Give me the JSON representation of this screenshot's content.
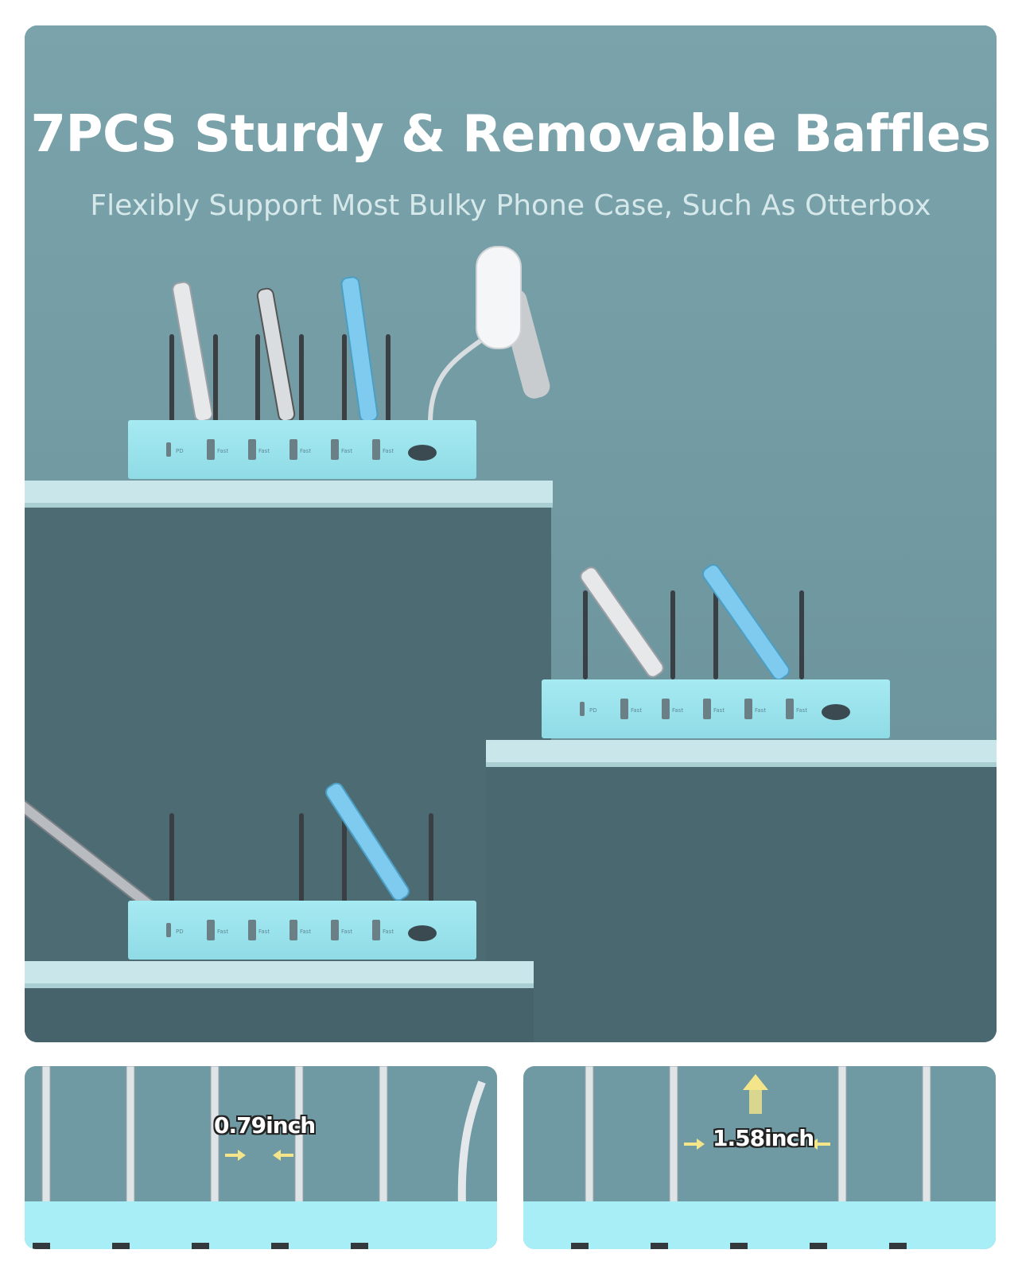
{
  "title": "7PCS Sturdy & Removable Baffles",
  "subtitle": "Flexibly Support Most Bulky Phone Case, Such As Otterbox",
  "details": {
    "left_width": "0.79inch",
    "right_width": "1.58inch"
  },
  "colors": {
    "wall": "#6f9aa3",
    "wall_shadow": "#4b6870",
    "shelf": "#c9e7ea",
    "station": "#9fe6ef",
    "baffle": "#3a3f44",
    "phone_blue": "#7ecbef",
    "phone_silver": "#e6e8ea",
    "arrow": "#f4e58a"
  },
  "station_port_labels": [
    "PD",
    "Fast",
    "Fast",
    "Fast",
    "Fast",
    "Fast"
  ]
}
